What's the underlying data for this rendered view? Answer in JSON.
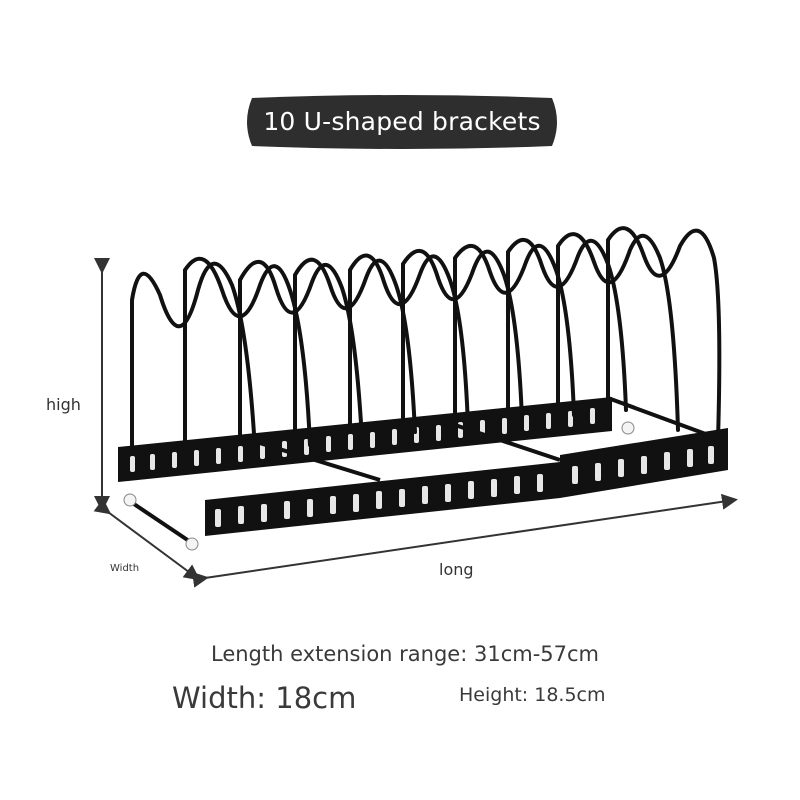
{
  "banner": {
    "title": "10 U-shaped brackets",
    "color": "#2e2e2e"
  },
  "dimension_labels": {
    "high": "high",
    "width": "Width",
    "long": "long"
  },
  "specs": {
    "length": "Length extension range: 31cm-57cm",
    "width": "Width: 18cm",
    "height": "Height: 18.5cm"
  },
  "colors": {
    "product": "#111111",
    "arrow": "#333333",
    "background": "#ffffff"
  }
}
